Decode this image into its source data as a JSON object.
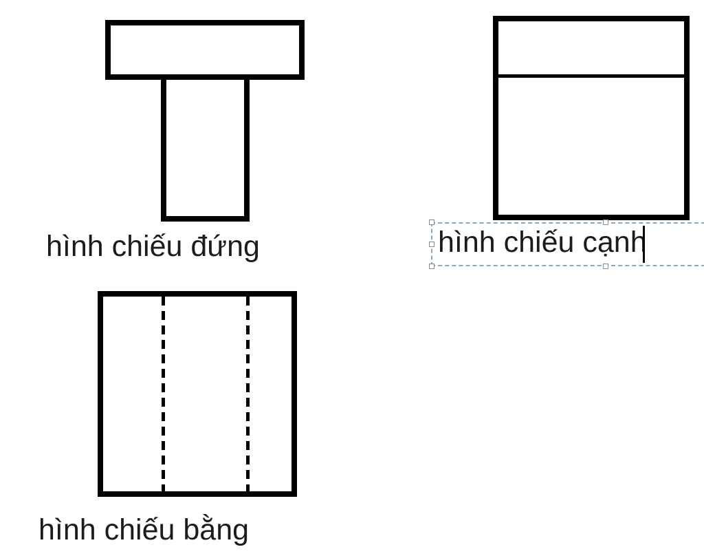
{
  "figure": {
    "front_view": {
      "label": "hình chiếu đứng"
    },
    "side_view": {
      "label": "hình chiếu cạnh"
    },
    "top_view": {
      "label": "hình chiếu bằng"
    }
  },
  "textbox": {
    "state": "editing",
    "caret_visible": true
  },
  "colors": {
    "ink": "#000000",
    "text": "#1c1c1c",
    "background": "#ffffff",
    "selection_border": "#7faacc",
    "handle_fill": "#ffffff",
    "handle_border": "#8a8a8a",
    "caret": "#000000"
  }
}
